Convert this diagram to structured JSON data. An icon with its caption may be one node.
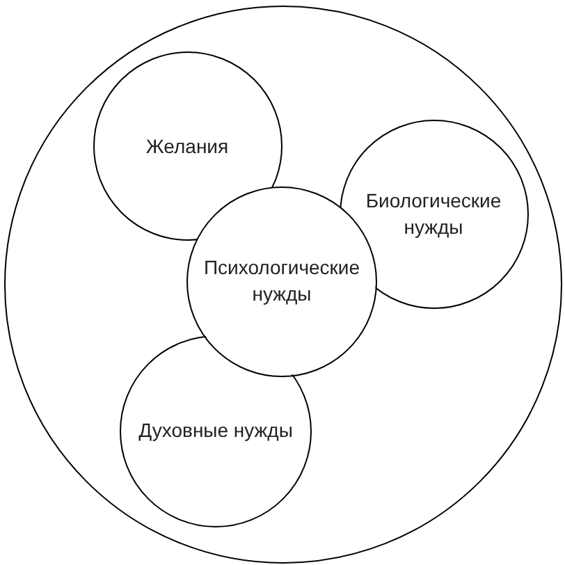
{
  "diagram": {
    "nodes": [
      {
        "text": [],
        "shape": "circle"
      },
      {
        "text": [
          "Желания"
        ],
        "in": 0
      },
      {
        "text": [
          "Биологические нужды"
        ],
        "in": 0
      },
      {
        "text": [
          "Психологические нужды"
        ],
        "in": 0
      },
      {
        "text": [
          "Духовные нужды"
        ],
        "in": 0
      }
    ]
  }
}
